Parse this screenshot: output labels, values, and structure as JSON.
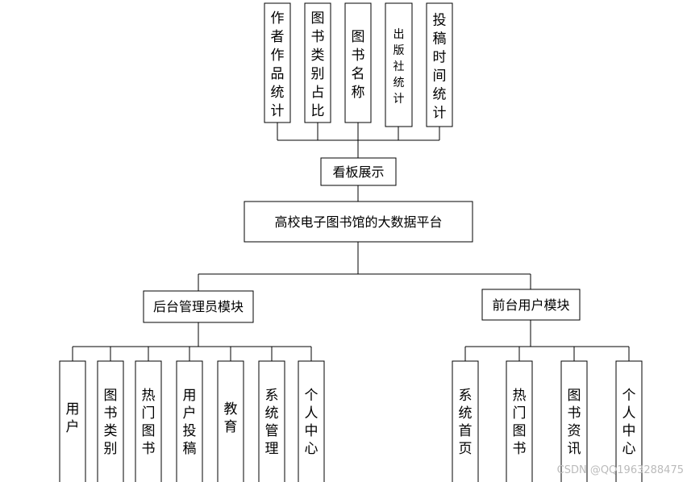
{
  "dashboard_items": [
    "作者作品统计",
    "图书类别占比",
    "图书名称",
    "出版社统计",
    "投稿时间统计"
  ],
  "dashboard_node": "看板展示",
  "root_node": "高校电子图书馆的大数据平台",
  "admin_module": {
    "label": "后台管理员模块",
    "items": [
      "用户",
      "图书类别",
      "热门图书",
      "用户投稿",
      "教育",
      "系统管理",
      "个人中心"
    ]
  },
  "user_module": {
    "label": "前台用户模块",
    "items": [
      "系统首页",
      "热门图书",
      "图书资讯",
      "个人中心"
    ]
  },
  "watermark": "CSDN @QQ1963288475"
}
